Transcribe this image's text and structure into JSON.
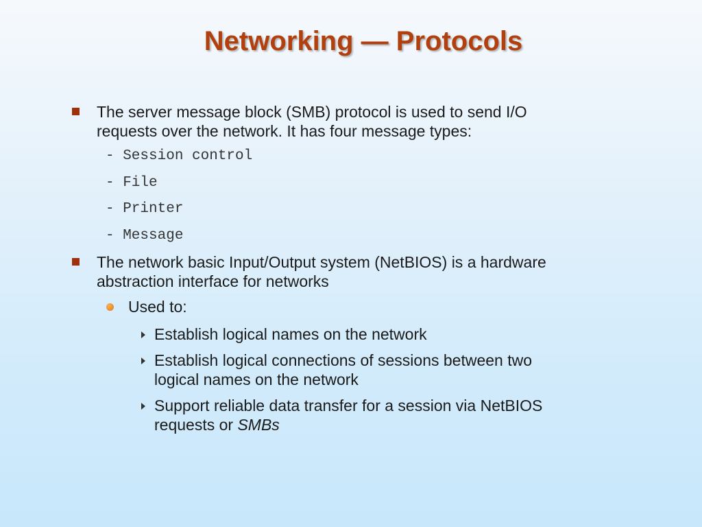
{
  "title": "Networking — Protocols",
  "bullets": {
    "smb": {
      "line1": "The server message block (SMB) protocol is used to send I/O",
      "line2": "requests over the network.  It has four message types:",
      "types": [
        "- Session control",
        "- File",
        "- Printer",
        "- Message"
      ]
    },
    "netbios": {
      "line1": "The network basic Input/Output system (NetBIOS) is a hardware",
      "line2": "abstraction interface for networks",
      "used_to": "Used to:",
      "uses": {
        "item1": "Establish logical names on the network",
        "item2_line1": "Establish logical connections of sessions between two",
        "item2_line2": "logical names on the network",
        "item3_line1": "Support reliable data transfer for a session via NetBIOS",
        "item3_line2_prefix": "requests or ",
        "item3_line2_emph": "SMBs"
      }
    }
  },
  "colors": {
    "title": "#b2400f",
    "square_bullet": "#a0300c",
    "round_bullet": "#e07a10"
  },
  "icons": {
    "level1": "square-bullet-icon",
    "level2": "round-bullet-icon",
    "level3": "arrow-right-icon"
  }
}
